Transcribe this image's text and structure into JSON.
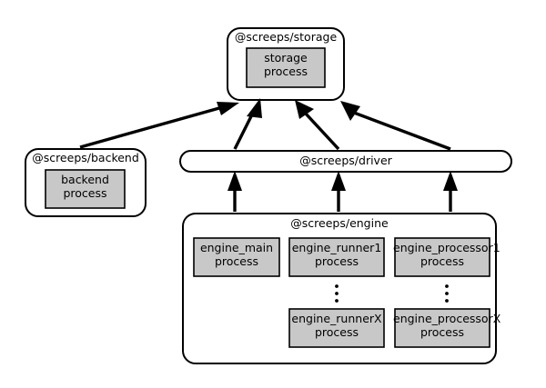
{
  "diagram": {
    "title": "screeps process architecture",
    "background_color": "#ffffff",
    "package_fill": "#ffffff",
    "process_fill": "#c8c8c8",
    "stroke_color": "#000000",
    "packages": {
      "storage": {
        "label": "@screeps/storage",
        "processes": [
          {
            "name": "storage\nprocess"
          }
        ]
      },
      "backend": {
        "label": "@screeps/backend",
        "processes": [
          {
            "name": "backend\nprocess"
          }
        ]
      },
      "driver": {
        "label": "@screeps/driver",
        "shape": "stadium"
      },
      "engine": {
        "label": "@screeps/engine",
        "processes": [
          {
            "name": "engine_main\nprocess"
          },
          {
            "name": "engine_runner1\nprocess"
          },
          {
            "name": "engine_processor1\nprocess"
          },
          {
            "name": "engine_runnerX\nprocess"
          },
          {
            "name": "engine_processorX\nprocess"
          }
        ],
        "ellipsis_glyph": "⋮"
      }
    },
    "edges": [
      {
        "from": "backend",
        "to": "storage"
      },
      {
        "from": "driver",
        "to": "storage"
      },
      {
        "from": "driver",
        "to": "storage"
      },
      {
        "from": "driver",
        "to": "storage"
      },
      {
        "from": "engine",
        "to": "driver"
      },
      {
        "from": "engine",
        "to": "driver"
      },
      {
        "from": "engine",
        "to": "driver"
      }
    ]
  }
}
